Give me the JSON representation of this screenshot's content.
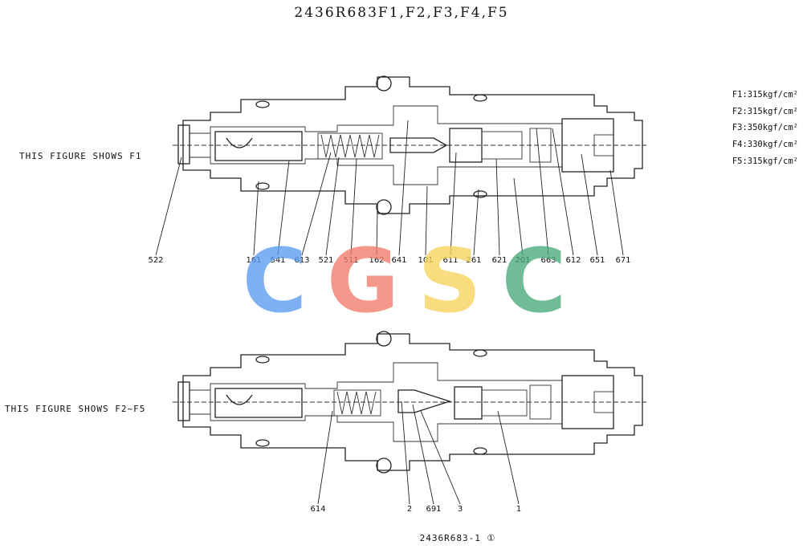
{
  "title": "2436R683F1,F2,F3,F4,F5",
  "captions": {
    "top": "THIS FIGURE SHOWS F1",
    "bottom": "THIS FIGURE SHOWS F2~F5"
  },
  "pressure_codes": [
    "F1:315kgf/cm²",
    "F2:315kgf/cm²",
    "F3:350kgf/cm²",
    "F4:330kgf/cm²",
    "F5:315kgf/cm²"
  ],
  "top_labels": [
    "522",
    "161",
    "541",
    "613",
    "521",
    "511",
    "162",
    "641",
    "101",
    "611",
    "261",
    "621",
    "201",
    "663",
    "612",
    "651",
    "671"
  ],
  "bottom_labels": [
    "614",
    "2",
    "691",
    "3",
    "1"
  ],
  "watermark": {
    "letters": [
      "C",
      "G",
      "S",
      "C"
    ],
    "colors": [
      "#5b9cf2",
      "#f47b6d",
      "#f8d35a",
      "#49a97c"
    ]
  },
  "footer": "2436R683-1 ①"
}
